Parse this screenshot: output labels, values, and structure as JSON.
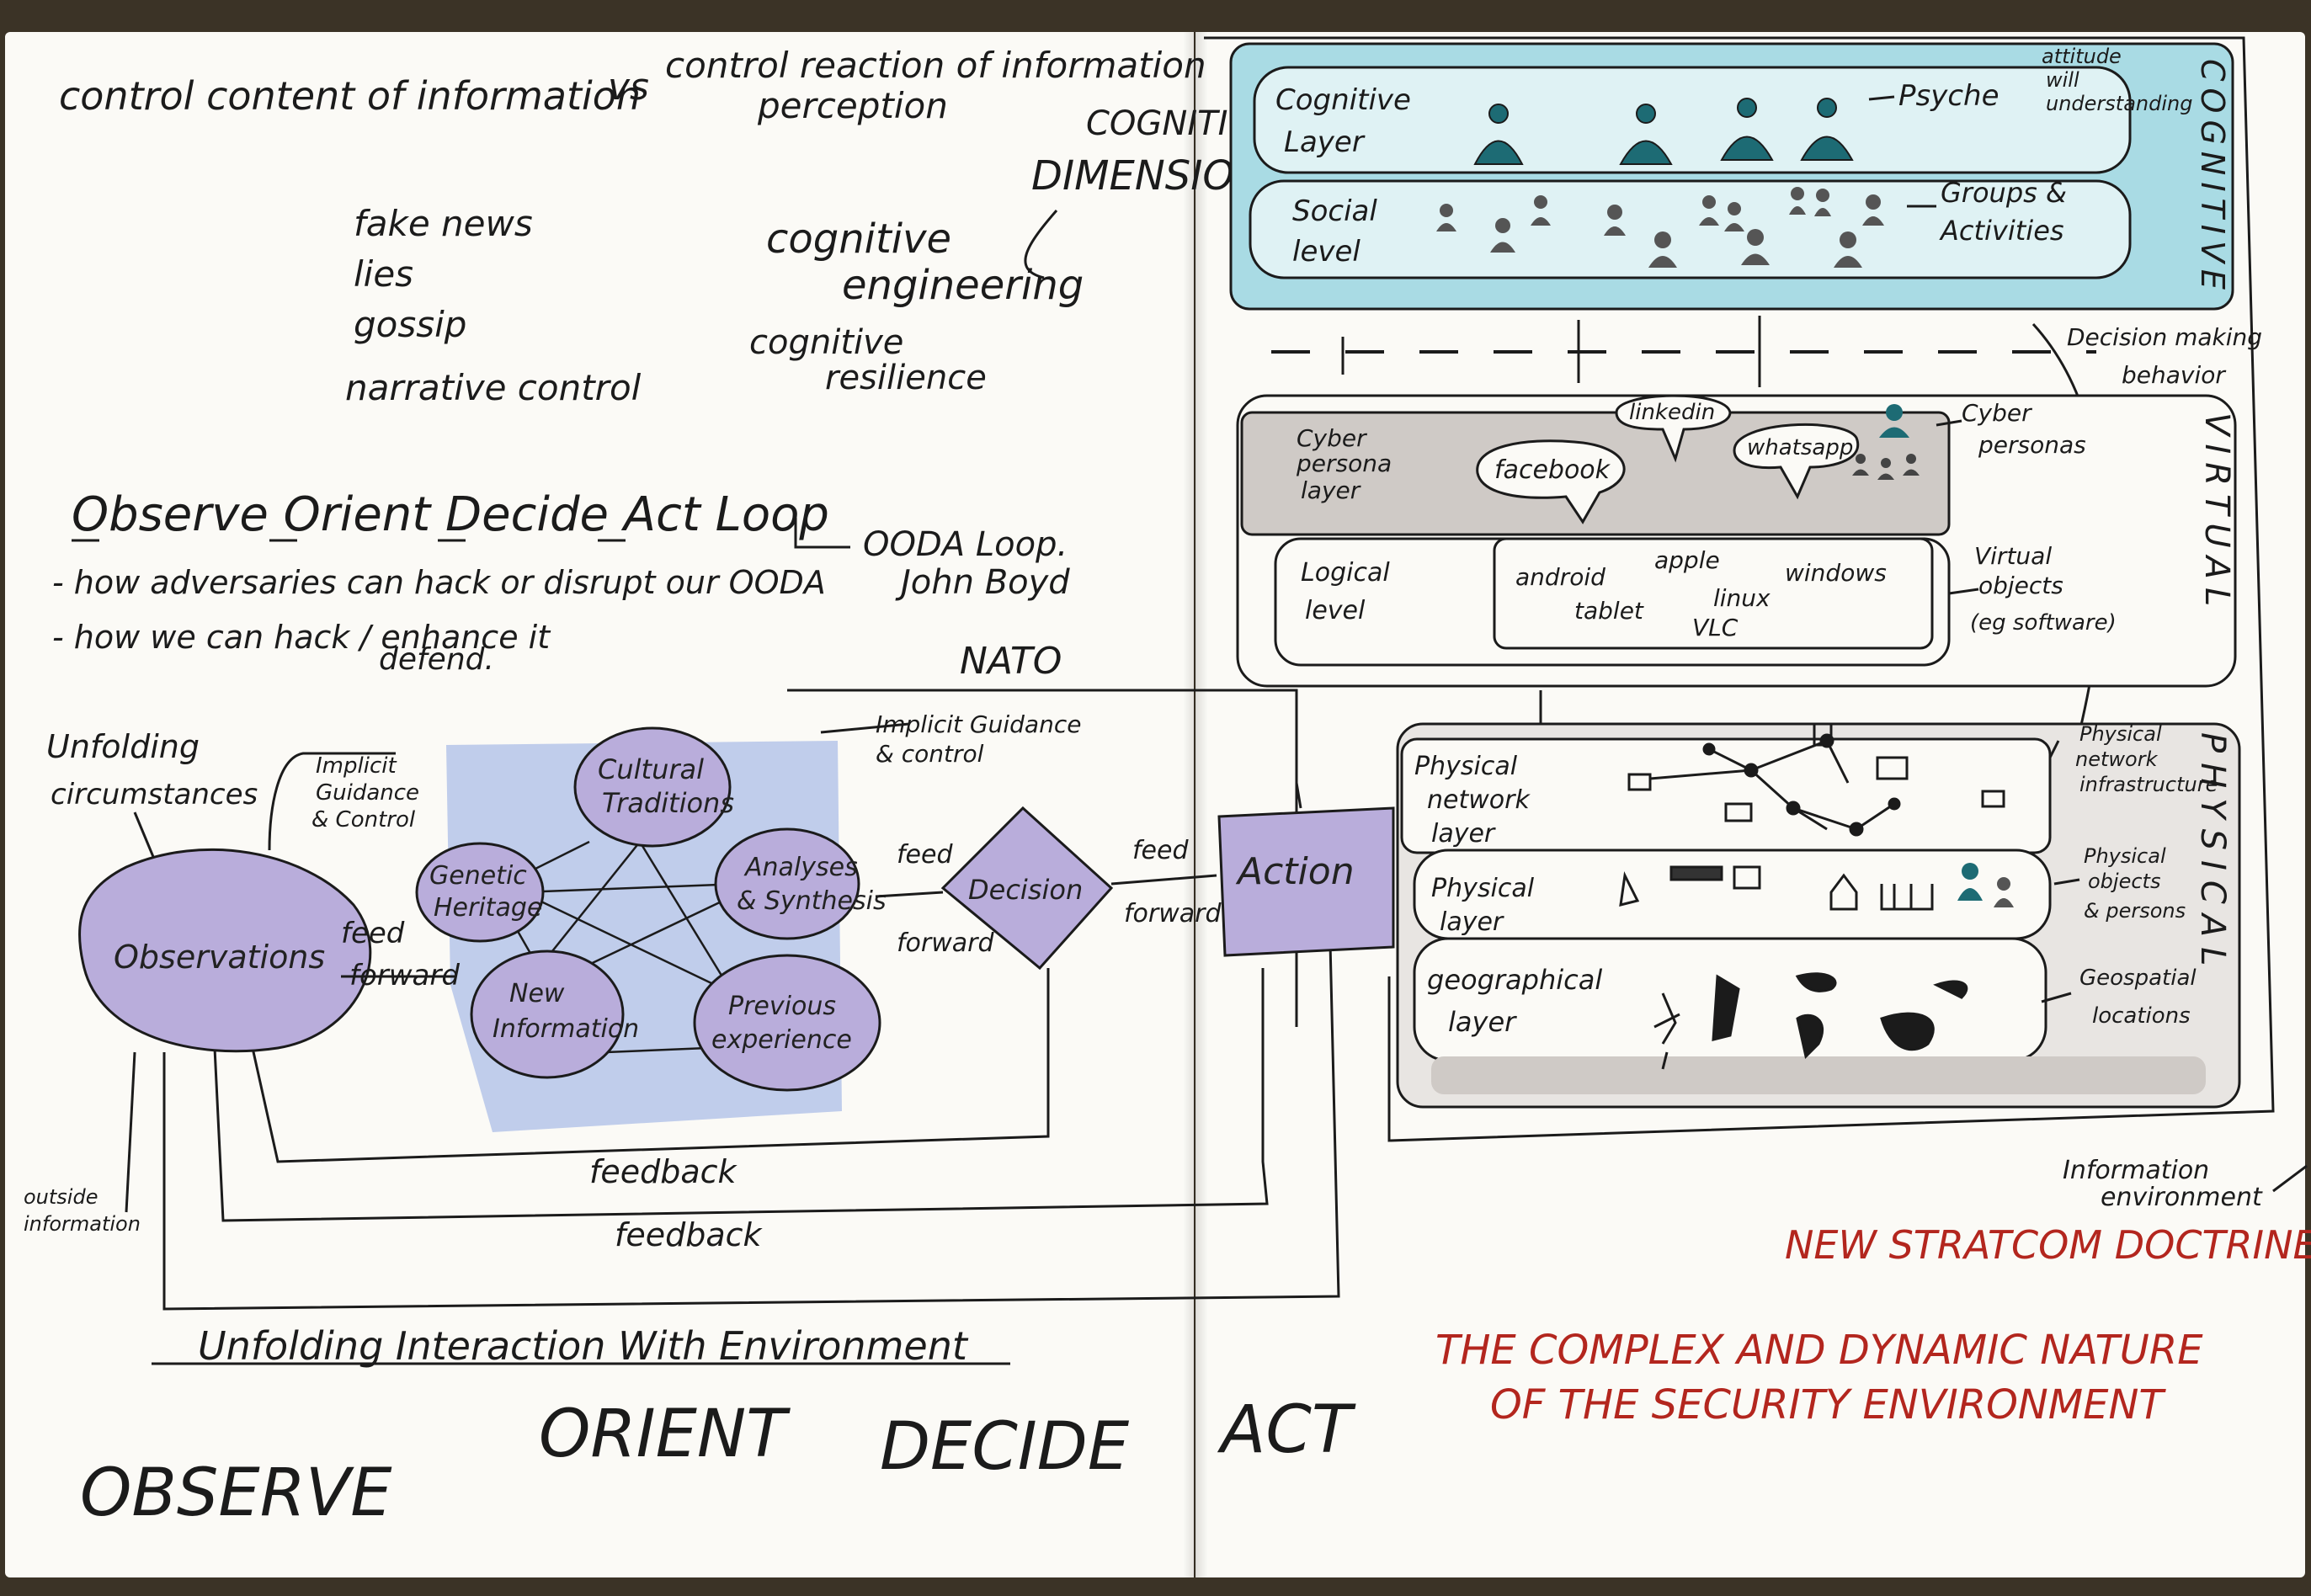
{
  "colors": {
    "ink": "#1b1b1b",
    "red_ink": "#b3261e",
    "ooda_fill": "#b9addb",
    "orient_bg": "#b9c8ea",
    "cognitive_fill": "#a9dbe4",
    "shaded_layer": "#cfcac6",
    "paper": "#fbfaf6"
  },
  "left_page": {
    "header_left": "control content of information",
    "header_vs": "vs",
    "header_right": "control reaction of information",
    "header_right_2": "perception",
    "list": [
      "fake news",
      "lies",
      "gossip",
      "narrative control"
    ],
    "cognitive_engineering": [
      "cognitive",
      "engineering"
    ],
    "cognitive_resilience": [
      "cognitive",
      "resilience"
    ],
    "cognitive_dimension": [
      "COGNITIVE",
      "DIMENSION"
    ],
    "ooda_title": "Observe Orient Decide Act Loop",
    "ooda_arrow_note": [
      "OODA Loop.",
      "John Boyd"
    ],
    "bullets": [
      "- how adversaries can hack or disrupt our OODA",
      "- how we can hack / enhance it"
    ],
    "defend": "defend.",
    "nato": "NATO"
  },
  "ooda_diagram": {
    "unfolding_circumstances": [
      "Unfolding",
      "circumstances"
    ],
    "implicit_guidance_left": [
      "Implicit",
      "Guidance",
      "& Control"
    ],
    "implicit_guidance_top": [
      "Implicit Guidance",
      "& control"
    ],
    "observations": "Observations",
    "feed_forward": [
      "feed",
      "forward"
    ],
    "orient_nodes": [
      {
        "id": "cultural",
        "label": [
          "Cultural",
          "Traditions"
        ]
      },
      {
        "id": "genetic",
        "label": [
          "Genetic",
          "Heritage"
        ]
      },
      {
        "id": "analyses",
        "label": [
          "Analyses",
          "& Synthesis"
        ]
      },
      {
        "id": "new_info",
        "label": [
          "New",
          "Information"
        ]
      },
      {
        "id": "previous",
        "label": [
          "Previous",
          "experience"
        ]
      }
    ],
    "decision": "Decision",
    "action": "Action",
    "feedback": "feedback",
    "outside_information": [
      "outside",
      "information"
    ],
    "unfolding_interaction": "Unfolding Interaction With Environment"
  },
  "phases": [
    "OBSERVE",
    "ORIENT",
    "DECIDE",
    "ACT"
  ],
  "right_page": {
    "cognitive_label": "COGNITIVE",
    "virtual_label": "VIRTUAL",
    "physical_label": "PHYSICAL",
    "cognitive_layer": [
      "Cognitive",
      "Layer"
    ],
    "social_level": [
      "Social",
      "level"
    ],
    "psyche": "Psyche",
    "psyche_notes": [
      "attitude",
      "will",
      "understanding"
    ],
    "groups": [
      "Groups &",
      "Activities"
    ],
    "decision_making": [
      "Decision making",
      "behavior"
    ],
    "cyber_persona_layer": [
      "Cyber",
      "persona",
      "layer"
    ],
    "bubbles": [
      "facebook",
      "linkedin",
      "whatsapp"
    ],
    "cyber_personas": [
      "Cyber",
      "personas"
    ],
    "logical_level": [
      "Logical",
      "level"
    ],
    "os_items": [
      "android",
      "apple",
      "windows",
      "tablet",
      "linux",
      "VLC"
    ],
    "virtual_objects": [
      "Virtual",
      "objects",
      "(eg software)"
    ],
    "physical_network_layer": [
      "Physical",
      "network",
      "layer"
    ],
    "physical_network_infra": [
      "Physical",
      "network",
      "infrastructure"
    ],
    "physical_layer": [
      "Physical",
      "layer"
    ],
    "physical_objects": [
      "Physical",
      "objects",
      "& persons"
    ],
    "geographical_layer": [
      "geographical",
      "layer"
    ],
    "geospatial": [
      "Geospatial",
      "locations"
    ],
    "information_environment": [
      "Information",
      "environment"
    ],
    "doctrine": "NEW STRATCOM DOCTRINE",
    "complex_title": [
      "THE COMPLEX AND DYNAMIC NATURE",
      "OF THE SECURITY ENVIRONMENT"
    ]
  }
}
